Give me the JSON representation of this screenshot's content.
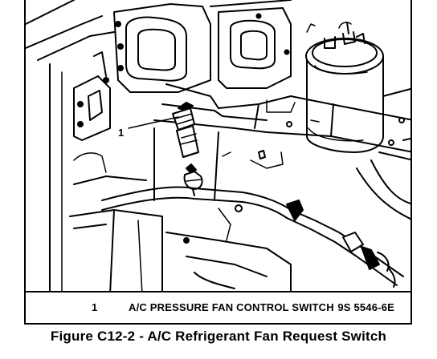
{
  "callout": {
    "number": "1"
  },
  "legend": {
    "number": "1",
    "text": "A/C PRESSURE FAN CONTROL SWITCH",
    "code": "9S 5546-6E"
  },
  "caption": "Figure C12-2 - A/C Refrigerant Fan Request Switch"
}
